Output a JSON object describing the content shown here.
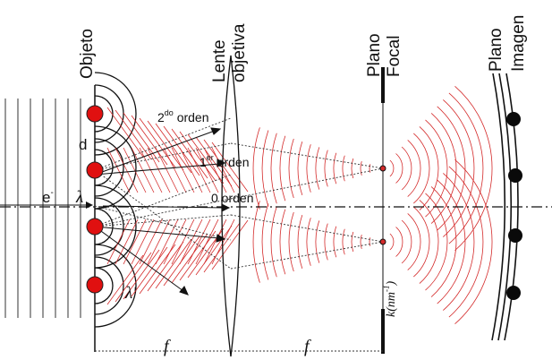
{
  "labels": {
    "objeto": "Objeto",
    "lente_line1": "Lente",
    "lente_line2": "objetiva",
    "plano_focal_line1": "Plano",
    "plano_focal_line2": "Focal",
    "plano_imagen_line1": "Plano",
    "plano_imagen_line2": "Imagen",
    "electron": "e",
    "electron_sup": "-",
    "lambda": "λ",
    "lambda_prime": "λ'",
    "d": "d",
    "order2": "2",
    "order2_sup": "do",
    "order2_word": " orden",
    "order1": "1",
    "order1_sup": "er",
    "order1_word": " orden",
    "order0": "0 orden",
    "k_axis": "k(nm",
    "k_axis_sup": "-1",
    "k_axis_end": ")",
    "f_left": "f",
    "f_right": "f"
  },
  "colors": {
    "wave_red": "#d42a2a",
    "atom_red": "#e01010",
    "ink": "#111111"
  }
}
